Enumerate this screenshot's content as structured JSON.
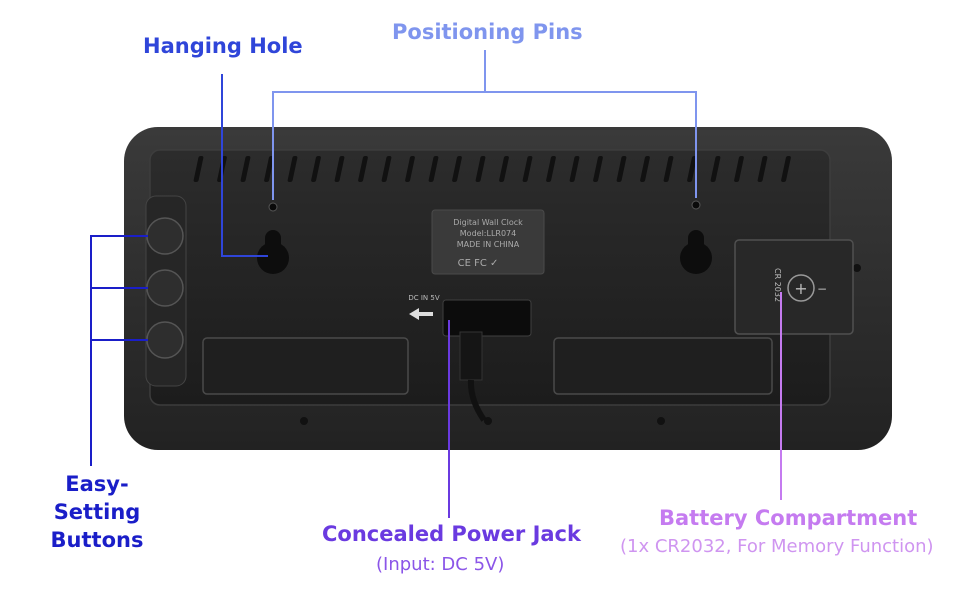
{
  "labels": {
    "hanging_hole": "Hanging Hole",
    "positioning_pins": "Positioning Pins",
    "easy_setting_line1": "Easy-Setting",
    "easy_setting_line2": "Buttons",
    "power_jack": "Concealed Power Jack",
    "power_jack_sub": "(Input: DC 5V)",
    "battery": "Battery Compartment",
    "battery_sub": "(1x CR2032, For Memory Function)"
  },
  "sticker": {
    "line1": "Digital Wall Clock",
    "line2": "Model:LLR074",
    "line3": "MADE IN CHINA",
    "line4": "CE FC ✓"
  },
  "device": {
    "dc_label": "DC IN 5V",
    "battery_label": "CR 2032",
    "plus": "+",
    "minus": "−"
  },
  "colors": {
    "hanging": "#2f45d9",
    "pins": "#7f95ee",
    "easy": "#1a1ec8",
    "jack": "#6a3ae0",
    "battery": "#c57bf0"
  }
}
